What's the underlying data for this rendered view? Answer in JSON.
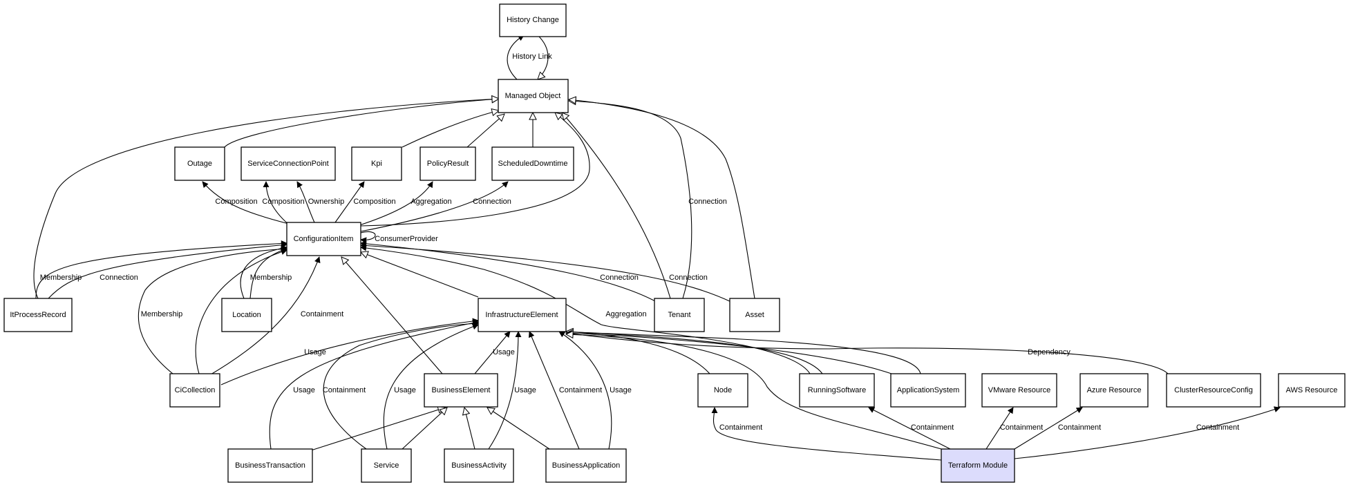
{
  "nodes": {
    "history_change": "History Change",
    "managed_object": "Managed Object",
    "outage": "Outage",
    "service_connection_point": "ServiceConnectionPoint",
    "kpi": "Kpi",
    "policy_result": "PolicyResult",
    "scheduled_downtime": "ScheduledDowntime",
    "configuration_item": "ConfigurationItem",
    "itprocess_record": "ItProcessRecord",
    "location": "Location",
    "infrastructure_element": "InfrastructureElement",
    "tenant": "Tenant",
    "asset": "Asset",
    "ci_collection": "CiCollection",
    "business_element": "BusinessElement",
    "node": "Node",
    "running_software": "RunningSoftware",
    "application_system": "ApplicationSystem",
    "vmware_resource": "VMware Resource",
    "azure_resource": "Azure Resource",
    "cluster_resource_config": "ClusterResourceConfig",
    "aws_resource": "AWS Resource",
    "business_transaction": "BusinessTransaction",
    "service": "Service",
    "business_activity": "BusinessActivity",
    "business_application": "BusinessApplication",
    "terraform_module": "Terraform Module"
  },
  "edge_labels": {
    "history_link": "History Link",
    "ci_outage": "Composition",
    "ci_scp_composition": "Composition",
    "ci_scp_ownership": "Ownership",
    "ci_kpi": "Composition",
    "ci_policy": "Aggregation",
    "ci_downtime": "Connection",
    "ci_self": "ConsumerProvider",
    "tenant_mo": "Connection",
    "itp_membership": "Membership",
    "itp_connection": "Connection",
    "loc_membership": "Membership",
    "cicol_membership": "Membership",
    "cicol_containment": "Containment",
    "tenant_ci": "Connection",
    "asset_ci": "Connection",
    "runsw_aggregation": "Aggregation",
    "cicol_usage": "Usage",
    "cluster_dependency": "Dependency",
    "bt_usage": "Usage",
    "svc_containment": "Containment",
    "svc_usage": "Usage",
    "be_usage": "Usage",
    "ba_usage": "Usage",
    "bapp_containment": "Containment",
    "bapp_usage": "Usage",
    "tf_node": "Containment",
    "tf_runsw": "Containment",
    "tf_vmware": "Containment",
    "tf_azure": "Containment",
    "tf_aws": "Containment"
  },
  "colors": {
    "highlight_fill": "#dcdcfc",
    "stroke": "#000000"
  }
}
